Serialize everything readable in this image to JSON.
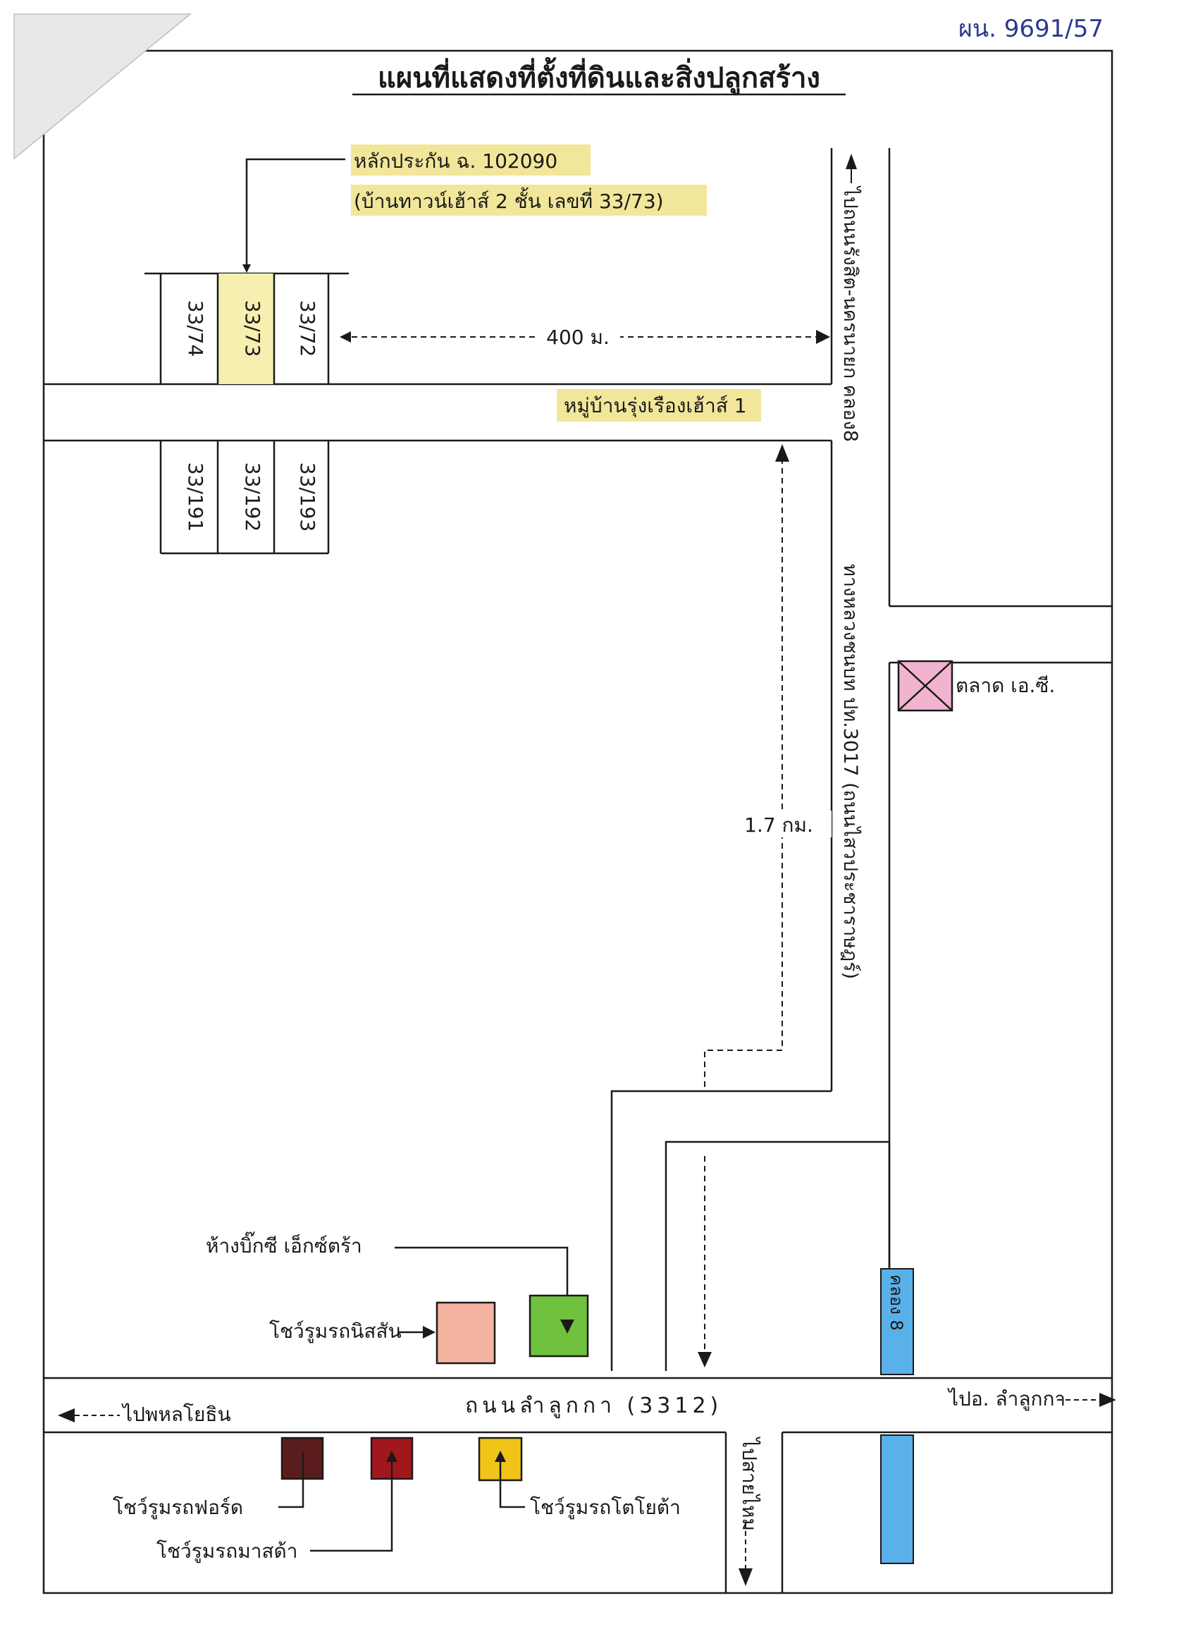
{
  "doc_number": "ผน. 9691/57",
  "title": "แผนที่แสดงที่ตั้งที่ดินและสิ่งปลูกสร้าง",
  "collateral": {
    "line1": "หลักประกัน ฉ. 102090",
    "line2": "(บ้านทาวน์เฮ้าส์ 2 ชั้น เลขที่ 33/73)"
  },
  "plots_north": [
    "33/74",
    "33/73",
    "33/72"
  ],
  "plots_south": [
    "33/191",
    "33/192",
    "33/193"
  ],
  "distance_400": "400 ม.",
  "distance_1_7": "1.7 กม.",
  "village_label": "หมู่บ้านรุ่งเรืองเฮ้าส์ 1",
  "road_north_label": "ไปถนนรังสิต-นครนายก คลอง8",
  "highway_label": "ทางหลวงชนบท ปท.3017 (ถนนไสวประชาราษฎร์)",
  "market_label": "ตลาด เอ.ซี.",
  "main_road_label": "ถนนลำลูกกา (3312)",
  "to_west_label": "ไปพหลโยธิน",
  "to_east_label": "ไปอ. ลำลูกกา",
  "to_south_label": "ไปสายไหม",
  "canal_label": "คลอง 8",
  "landmarks": {
    "bigc": "ห้างบิ๊กซี เอ็กซ์ตร้า",
    "nissan": "โชว์รูมรถนิสสัน",
    "ford": "โชว์รูมรถฟอร์ด",
    "mazda": "โชว์รูมรถมาสด้า",
    "toyota": "โชว์รูมรถโตโยต้า"
  },
  "colors": {
    "highlight": "#f2e69a",
    "plot_highlight": "#f6efb0",
    "market": "#f2b3cf",
    "nissan": "#f4b3a0",
    "bigc": "#6fc13e",
    "ford": "#5a1c1c",
    "mazda": "#a0181e",
    "toyota": "#f0c419",
    "canal": "#5ab0e8",
    "ink": "#1a1a1a",
    "blue_ink": "#2a3a8c"
  }
}
